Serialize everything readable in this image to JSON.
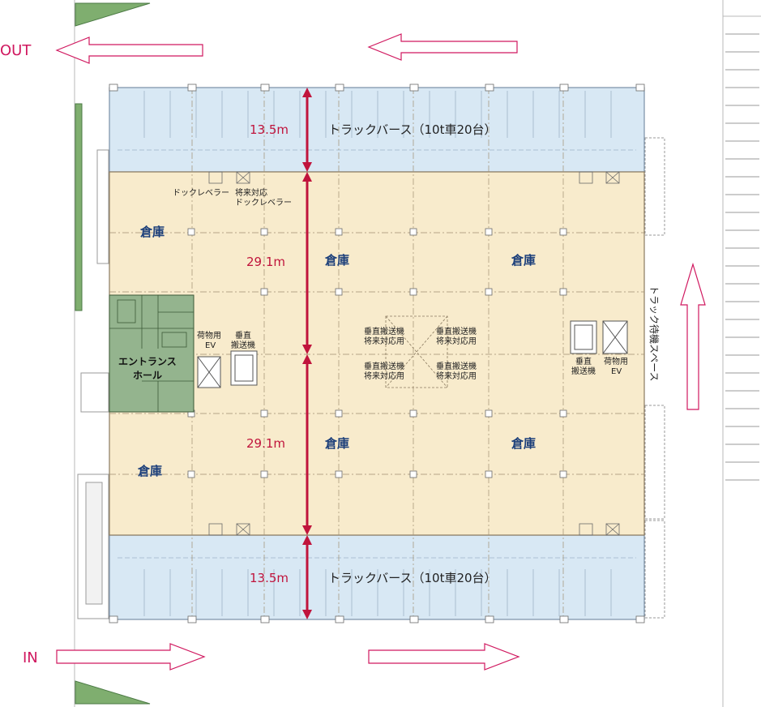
{
  "colors": {
    "warehouse": "#f8ebcc",
    "truck_berth": "#d8e8f4",
    "entrance": "#94b48e",
    "dimension": "#c0143c",
    "flow_arrow": "#d0185f",
    "zone_text": "#1c3f7a",
    "green_strip": "#7fae6f"
  },
  "flow": {
    "out_label": "OUT",
    "in_label": "IN"
  },
  "truck_berths": {
    "top_label": "トラックバース（10t車20台）",
    "bottom_label": "トラックバース（10t車20台）"
  },
  "dimensions": {
    "top_berth": "13.5m",
    "upper_warehouse": "29.1m",
    "lower_warehouse": "29.1m",
    "bottom_berth": "13.5m"
  },
  "warehouse": {
    "zones": [
      {
        "label": "倉庫"
      },
      {
        "label": "倉庫"
      },
      {
        "label": "倉庫"
      },
      {
        "label": "倉庫"
      },
      {
        "label": "倉庫"
      },
      {
        "label": "倉庫"
      }
    ]
  },
  "dock_levelers": {
    "current": "ドックレベラー",
    "future_line1": "将来対応",
    "future_line2": "ドックレベラー"
  },
  "west_core": {
    "freight_ev_line1": "荷物用",
    "freight_ev_line2": "EV",
    "conveyor_line1": "垂直",
    "conveyor_line2": "搬送機"
  },
  "east_core": {
    "conveyor_line1": "垂直",
    "conveyor_line2": "搬送機",
    "freight_ev_line1": "荷物用",
    "freight_ev_line2": "EV"
  },
  "future_conveyors": [
    {
      "line1": "垂直搬送機",
      "line2": "将来対応用"
    },
    {
      "line1": "垂直搬送機",
      "line2": "将来対応用"
    },
    {
      "line1": "垂直搬送機",
      "line2": "将来対応用"
    },
    {
      "line1": "垂直搬送機",
      "line2": "将来対応用"
    }
  ],
  "entrance": {
    "line1": "エントランス",
    "line2": "ホール"
  },
  "truck_waiting": {
    "label": "トラック待機スペース"
  }
}
